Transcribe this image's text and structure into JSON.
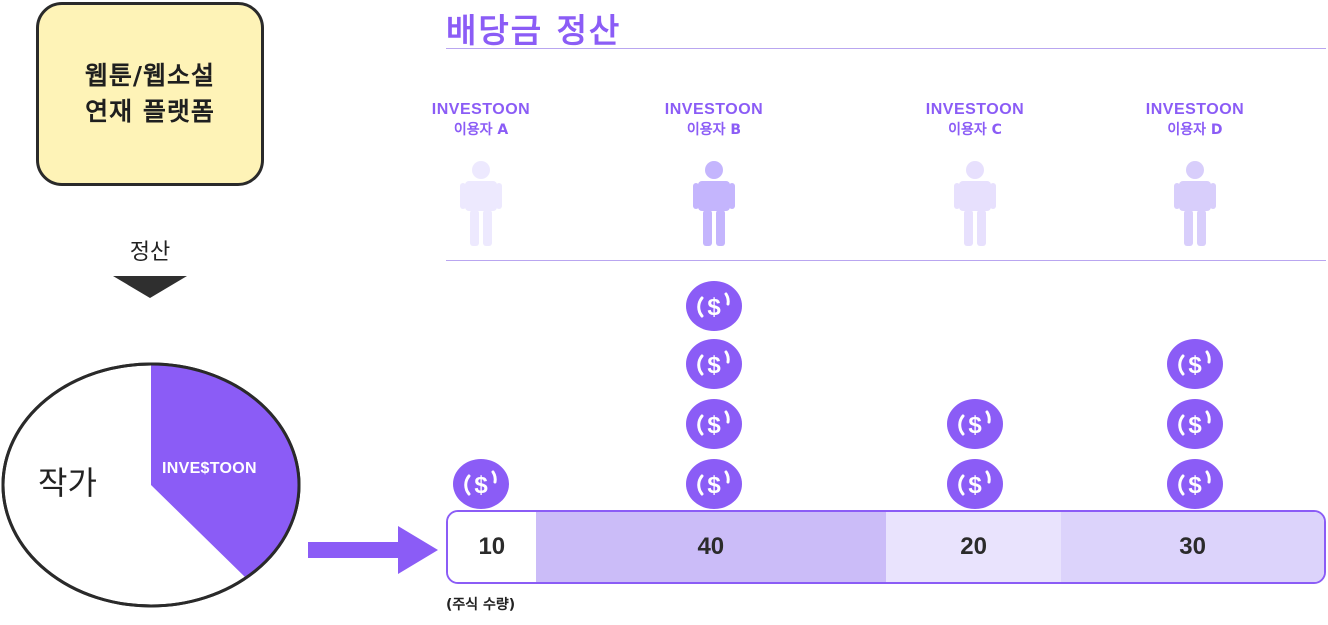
{
  "platform": {
    "line1": "웹툰/웹소설",
    "line2": "연재 플랫폼"
  },
  "settle_label": "정산",
  "pie": {
    "author_label": "작가",
    "logo_text": "INVE$TOON",
    "slices": [
      {
        "name": "작가",
        "color": "#ffffff"
      },
      {
        "name": "INVE$TOON",
        "color": "#8b5cf6"
      }
    ]
  },
  "title": "배당금 정산",
  "users": [
    {
      "brand": "INVESTOON",
      "name": "이용자 A",
      "shares": "10",
      "coins": 1,
      "figure_color": "#ede9fe",
      "bar_color": "#ffffff"
    },
    {
      "brand": "INVESTOON",
      "name": "이용자 B",
      "shares": "40",
      "coins": 4,
      "figure_color": "#c4b5fd",
      "bar_color": "#cbbcf8"
    },
    {
      "brand": "INVESTOON",
      "name": "이용자 C",
      "shares": "20",
      "coins": 2,
      "figure_color": "#e7e0fd",
      "bar_color": "#e9e3fd"
    },
    {
      "brand": "INVESTOON",
      "name": "이용자 D",
      "shares": "30",
      "coins": 3,
      "figure_color": "#d8cefb",
      "bar_color": "#dcd3fb"
    }
  ],
  "coin_symbol": "$",
  "shares_note": "(주식 수량)",
  "accent": "#8b5cf6"
}
